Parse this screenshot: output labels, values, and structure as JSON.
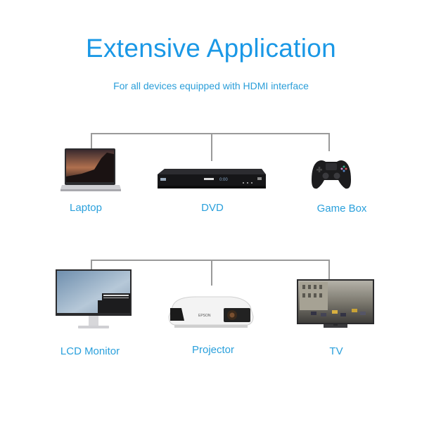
{
  "header": {
    "title": "Extensive Application",
    "subtitle": "For all devices equipped with HDMI interface"
  },
  "colors": {
    "accent": "#1a98e6",
    "connector": "#9a9a9a"
  },
  "top_row": [
    {
      "label": "Laptop",
      "icon": "laptop-icon"
    },
    {
      "label": "DVD",
      "icon": "dvd-player-icon"
    },
    {
      "label": "Game Box",
      "icon": "game-controller-icon"
    }
  ],
  "bottom_row": [
    {
      "label": "LCD Monitor",
      "icon": "monitor-icon"
    },
    {
      "label": "Projector",
      "icon": "projector-icon"
    },
    {
      "label": "TV",
      "icon": "tv-icon"
    }
  ],
  "device_text": {
    "projector_brand": "EPSON"
  }
}
